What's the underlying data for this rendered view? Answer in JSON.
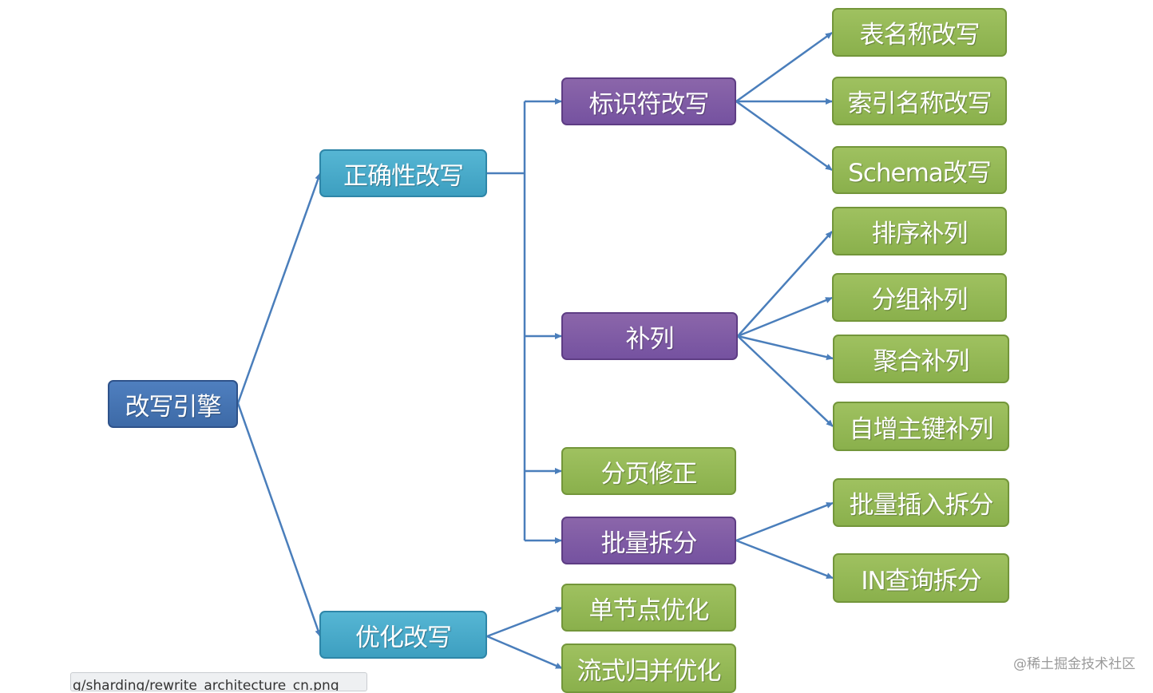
{
  "nodes": {
    "root": "改写引擎",
    "correctness": "正确性改写",
    "optimization": "优化改写",
    "identifier": "标识符改写",
    "column_derive": "补列",
    "pagination": "分页修正",
    "batch_split": "批量拆分",
    "single_node": "单节点优化",
    "stream_merge": "流式归并优化",
    "table_name": "表名称改写",
    "index_name": "索引名称改写",
    "schema": "Schema改写",
    "order_by": "排序补列",
    "group_by": "分组补列",
    "aggregation": "聚合补列",
    "auto_increment": "自增主键补列",
    "batch_insert": "批量插入拆分",
    "in_query": "IN查询拆分"
  },
  "url_fragment": "g/sharding/rewrite_architecture_cn.png",
  "watermark": "@稀土掘金技术社区",
  "colors": {
    "root": "#3d6aa7",
    "level1": "#45a8c9",
    "purple": "#7755a0",
    "green": "#8fb556",
    "edge": "#4a7ebb"
  }
}
